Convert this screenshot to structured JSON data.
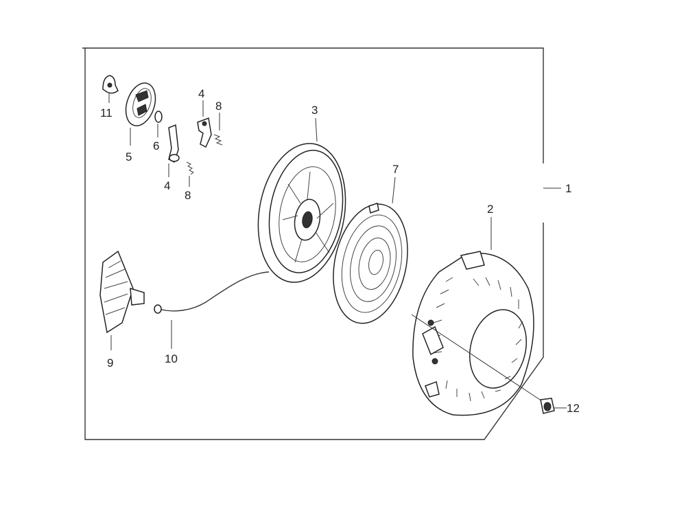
{
  "diagram": {
    "callouts": {
      "p1": "1",
      "p2": "2",
      "p3": "3",
      "p4a": "4",
      "p4b": "4",
      "p5": "5",
      "p6": "6",
      "p7": "7",
      "p8a": "8",
      "p8b": "8",
      "p9": "9",
      "p10": "10",
      "p11": "11",
      "p12": "12"
    }
  }
}
